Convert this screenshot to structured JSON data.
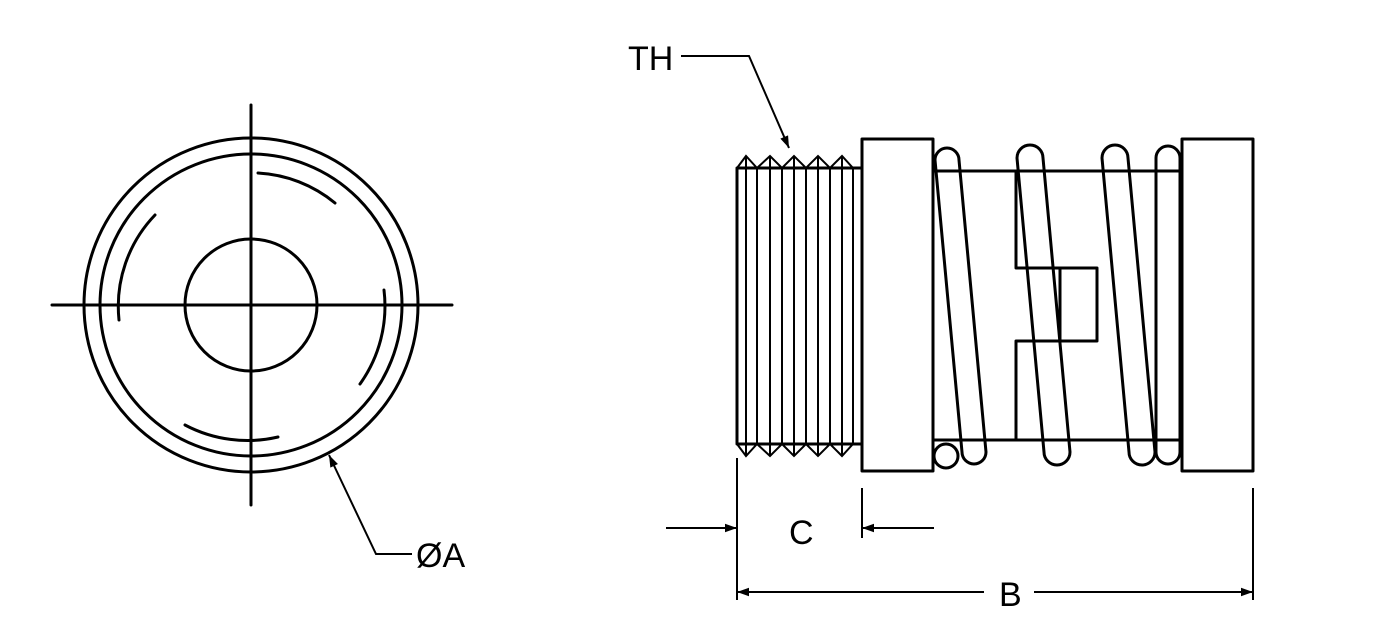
{
  "labels": {
    "diameter": "ØA",
    "thread": "TH",
    "length_c": "C",
    "length_b": "B"
  }
}
